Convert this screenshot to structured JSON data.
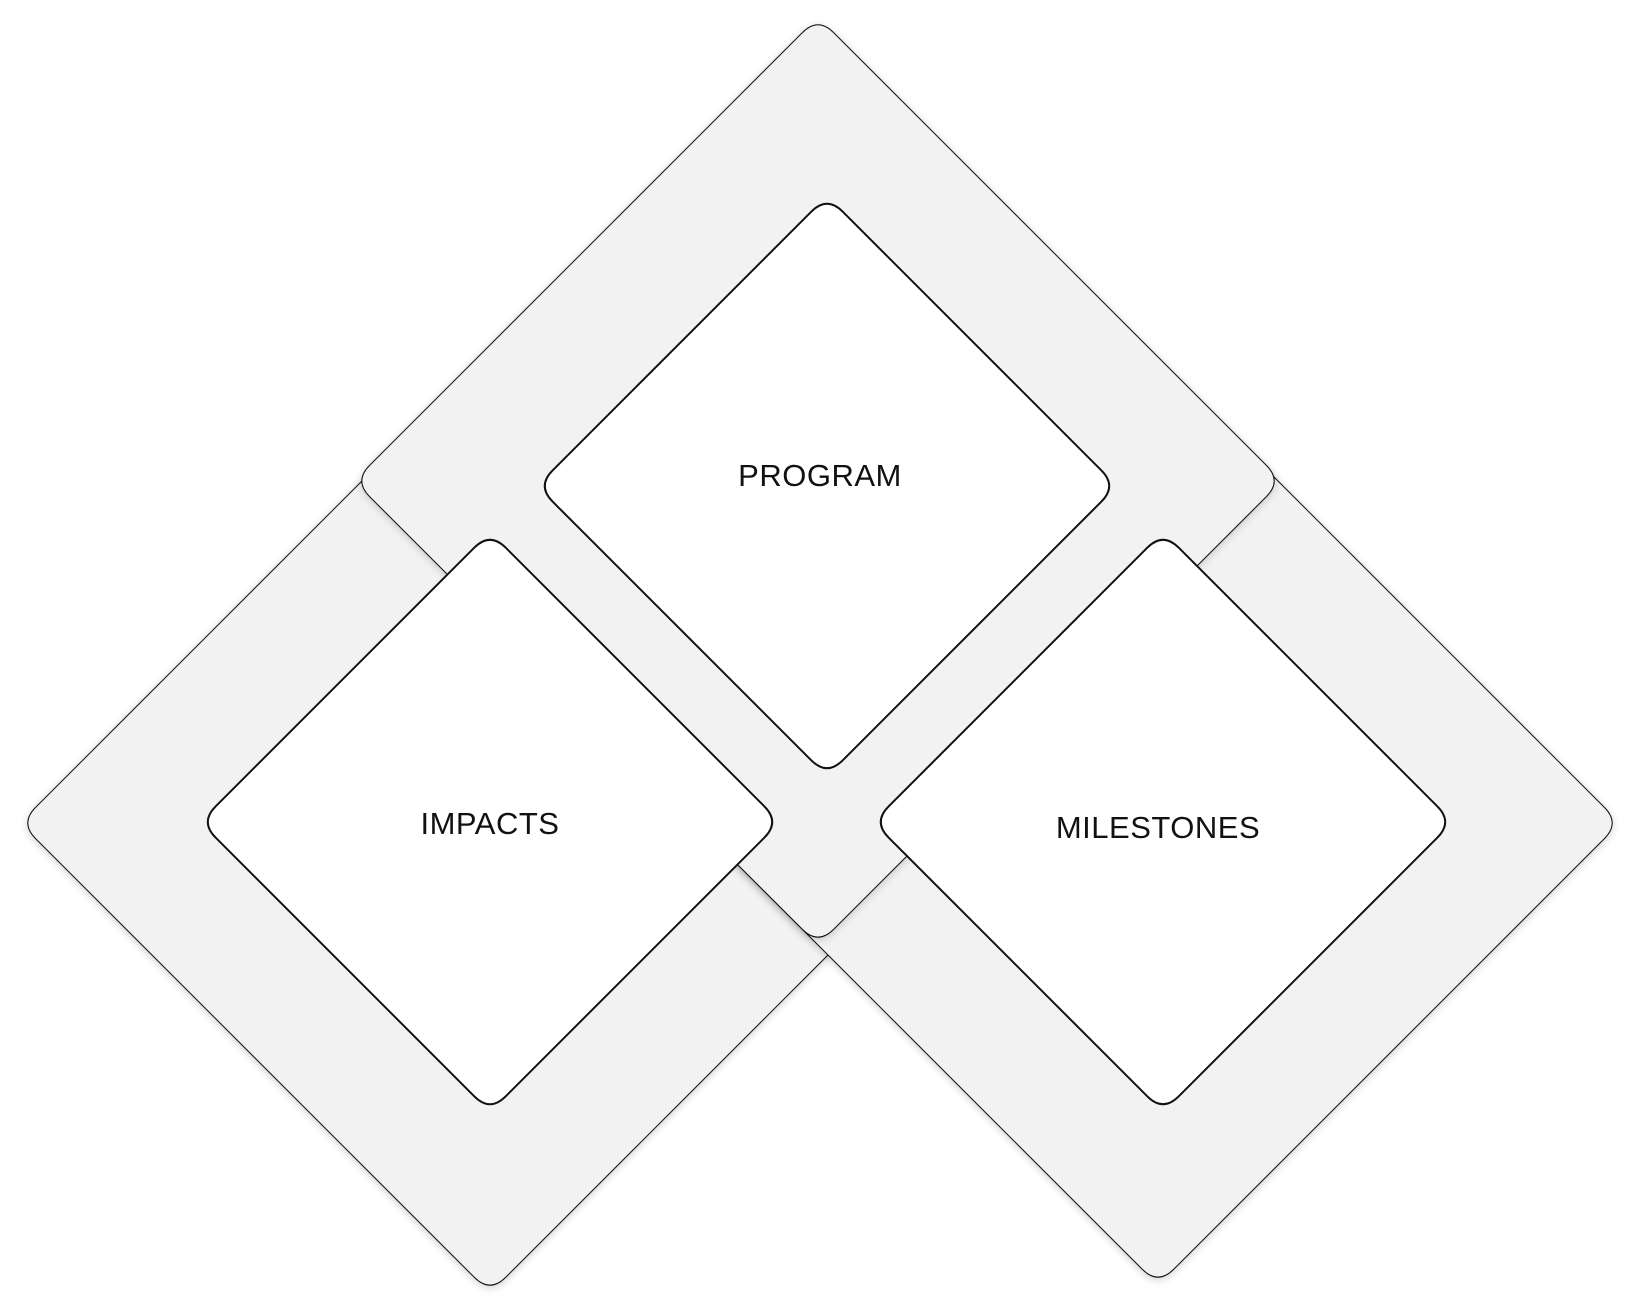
{
  "diagram": {
    "colors": {
      "outer_fill": "#f2f2f2",
      "inner_fill": "#ffffff",
      "stroke": "#111111"
    },
    "blocks": [
      {
        "id": "program",
        "label": "PROGRAM"
      },
      {
        "id": "impacts",
        "label": "IMPACTS"
      },
      {
        "id": "milestones",
        "label": "MILESTONES"
      }
    ]
  }
}
